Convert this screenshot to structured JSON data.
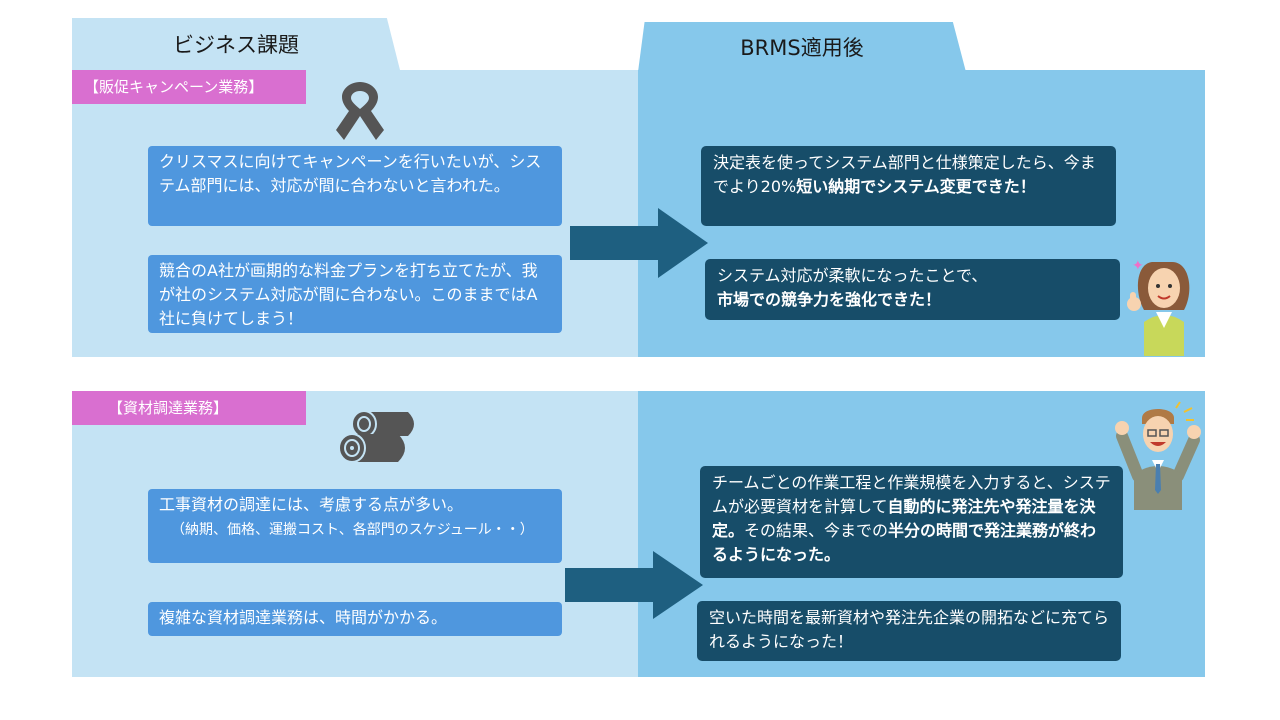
{
  "header": {
    "left_title": "ビジネス課題",
    "right_title": "BRMS適用後"
  },
  "sections": [
    {
      "category": "【販促キャンペーン業務】",
      "icon": "ribbon-icon",
      "issues": [
        "クリスマスに向けてキャンペーンを行いたいが、システム部門には、対応が間に合わないと言われた。",
        "競合のA社が画期的な料金プランを打ち立てたが、我が社のシステム対応が間に合わない。このままではA社に負けてしまう！"
      ],
      "results": [
        {
          "part1": "決定表を使ってシステム部門と仕様策定したら、今までより20%",
          "bold1": "短い納期でシステム変更できた！"
        },
        {
          "part1": "システム対応が柔軟になったことで、",
          "bold1": "市場での競争力を強化できた！"
        }
      ],
      "illustration": "woman-thumbs-up-icon"
    },
    {
      "category": "【資材調達業務】",
      "icon": "logs-icon",
      "issues": [
        "工事資材の調達には、考慮する点が多い。",
        "複雑な資材調達業務は、時間がかかる。"
      ],
      "issue_note": "（納期、価格、運搬コスト、各部門のスケジュール・・）",
      "results": [
        {
          "part1": "チームごとの作業工程と作業規模を入力すると、システムが必要資材を計算して",
          "bold1": "自動的に発注先や発注量を決定。",
          "part2": "その結果、今までの",
          "bold2": "半分の時間で発注業務が終わるようになった。"
        },
        {
          "part1": "空いた時間を最新資材や発注先企業の開拓などに充てられるようになった！"
        }
      ],
      "illustration": "man-cheering-icon"
    }
  ],
  "colors": {
    "left_panel": "#c4e3f4",
    "right_panel": "#86c8eb",
    "category_label": "#d96fd0",
    "issue_box": "#4f97de",
    "result_box": "#174d69",
    "arrow": "#1e5f80"
  }
}
